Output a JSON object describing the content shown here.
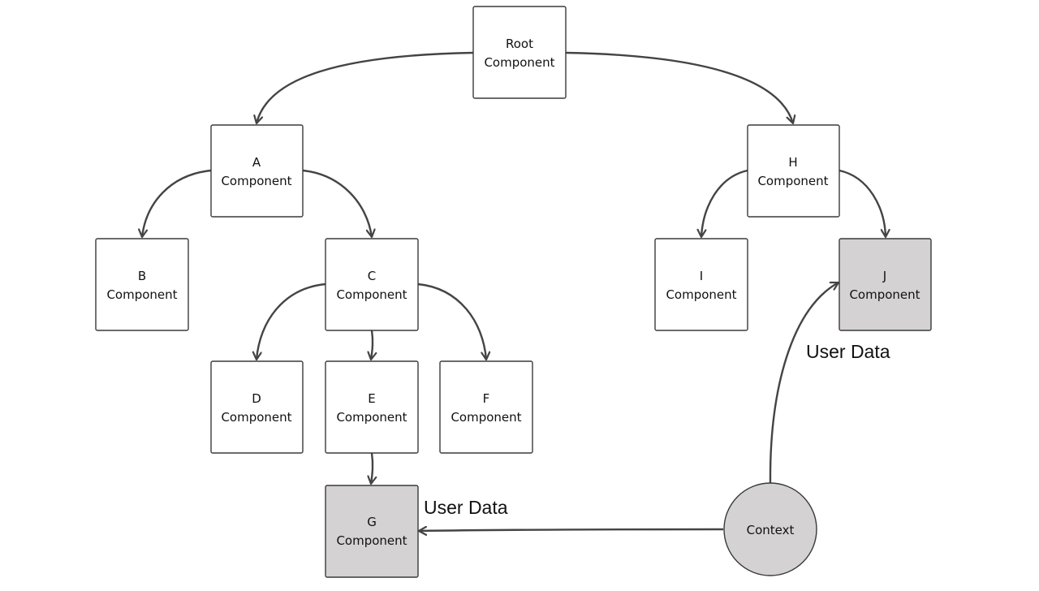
{
  "nodes": {
    "root": {
      "line1": "Root",
      "line2": "Component"
    },
    "a": {
      "line1": "A",
      "line2": "Component"
    },
    "b": {
      "line1": "B",
      "line2": "Component"
    },
    "c": {
      "line1": "C",
      "line2": "Component"
    },
    "d": {
      "line1": "D",
      "line2": "Component"
    },
    "e": {
      "line1": "E",
      "line2": "Component"
    },
    "f": {
      "line1": "F",
      "line2": "Component"
    },
    "g": {
      "line1": "G",
      "line2": "Component"
    },
    "h": {
      "line1": "H",
      "line2": "Component"
    },
    "i": {
      "line1": "I",
      "line2": "Component"
    },
    "j": {
      "line1": "J",
      "line2": "Component"
    },
    "context": {
      "label": "Context"
    }
  },
  "edge_labels": {
    "context_to_g": "User Data",
    "context_to_j": "User Data"
  },
  "colors": {
    "highlight_fill": "#d4d2d2",
    "box_fill": "#ffffff",
    "stroke": "#3a3a3a",
    "edge": "#444444"
  }
}
